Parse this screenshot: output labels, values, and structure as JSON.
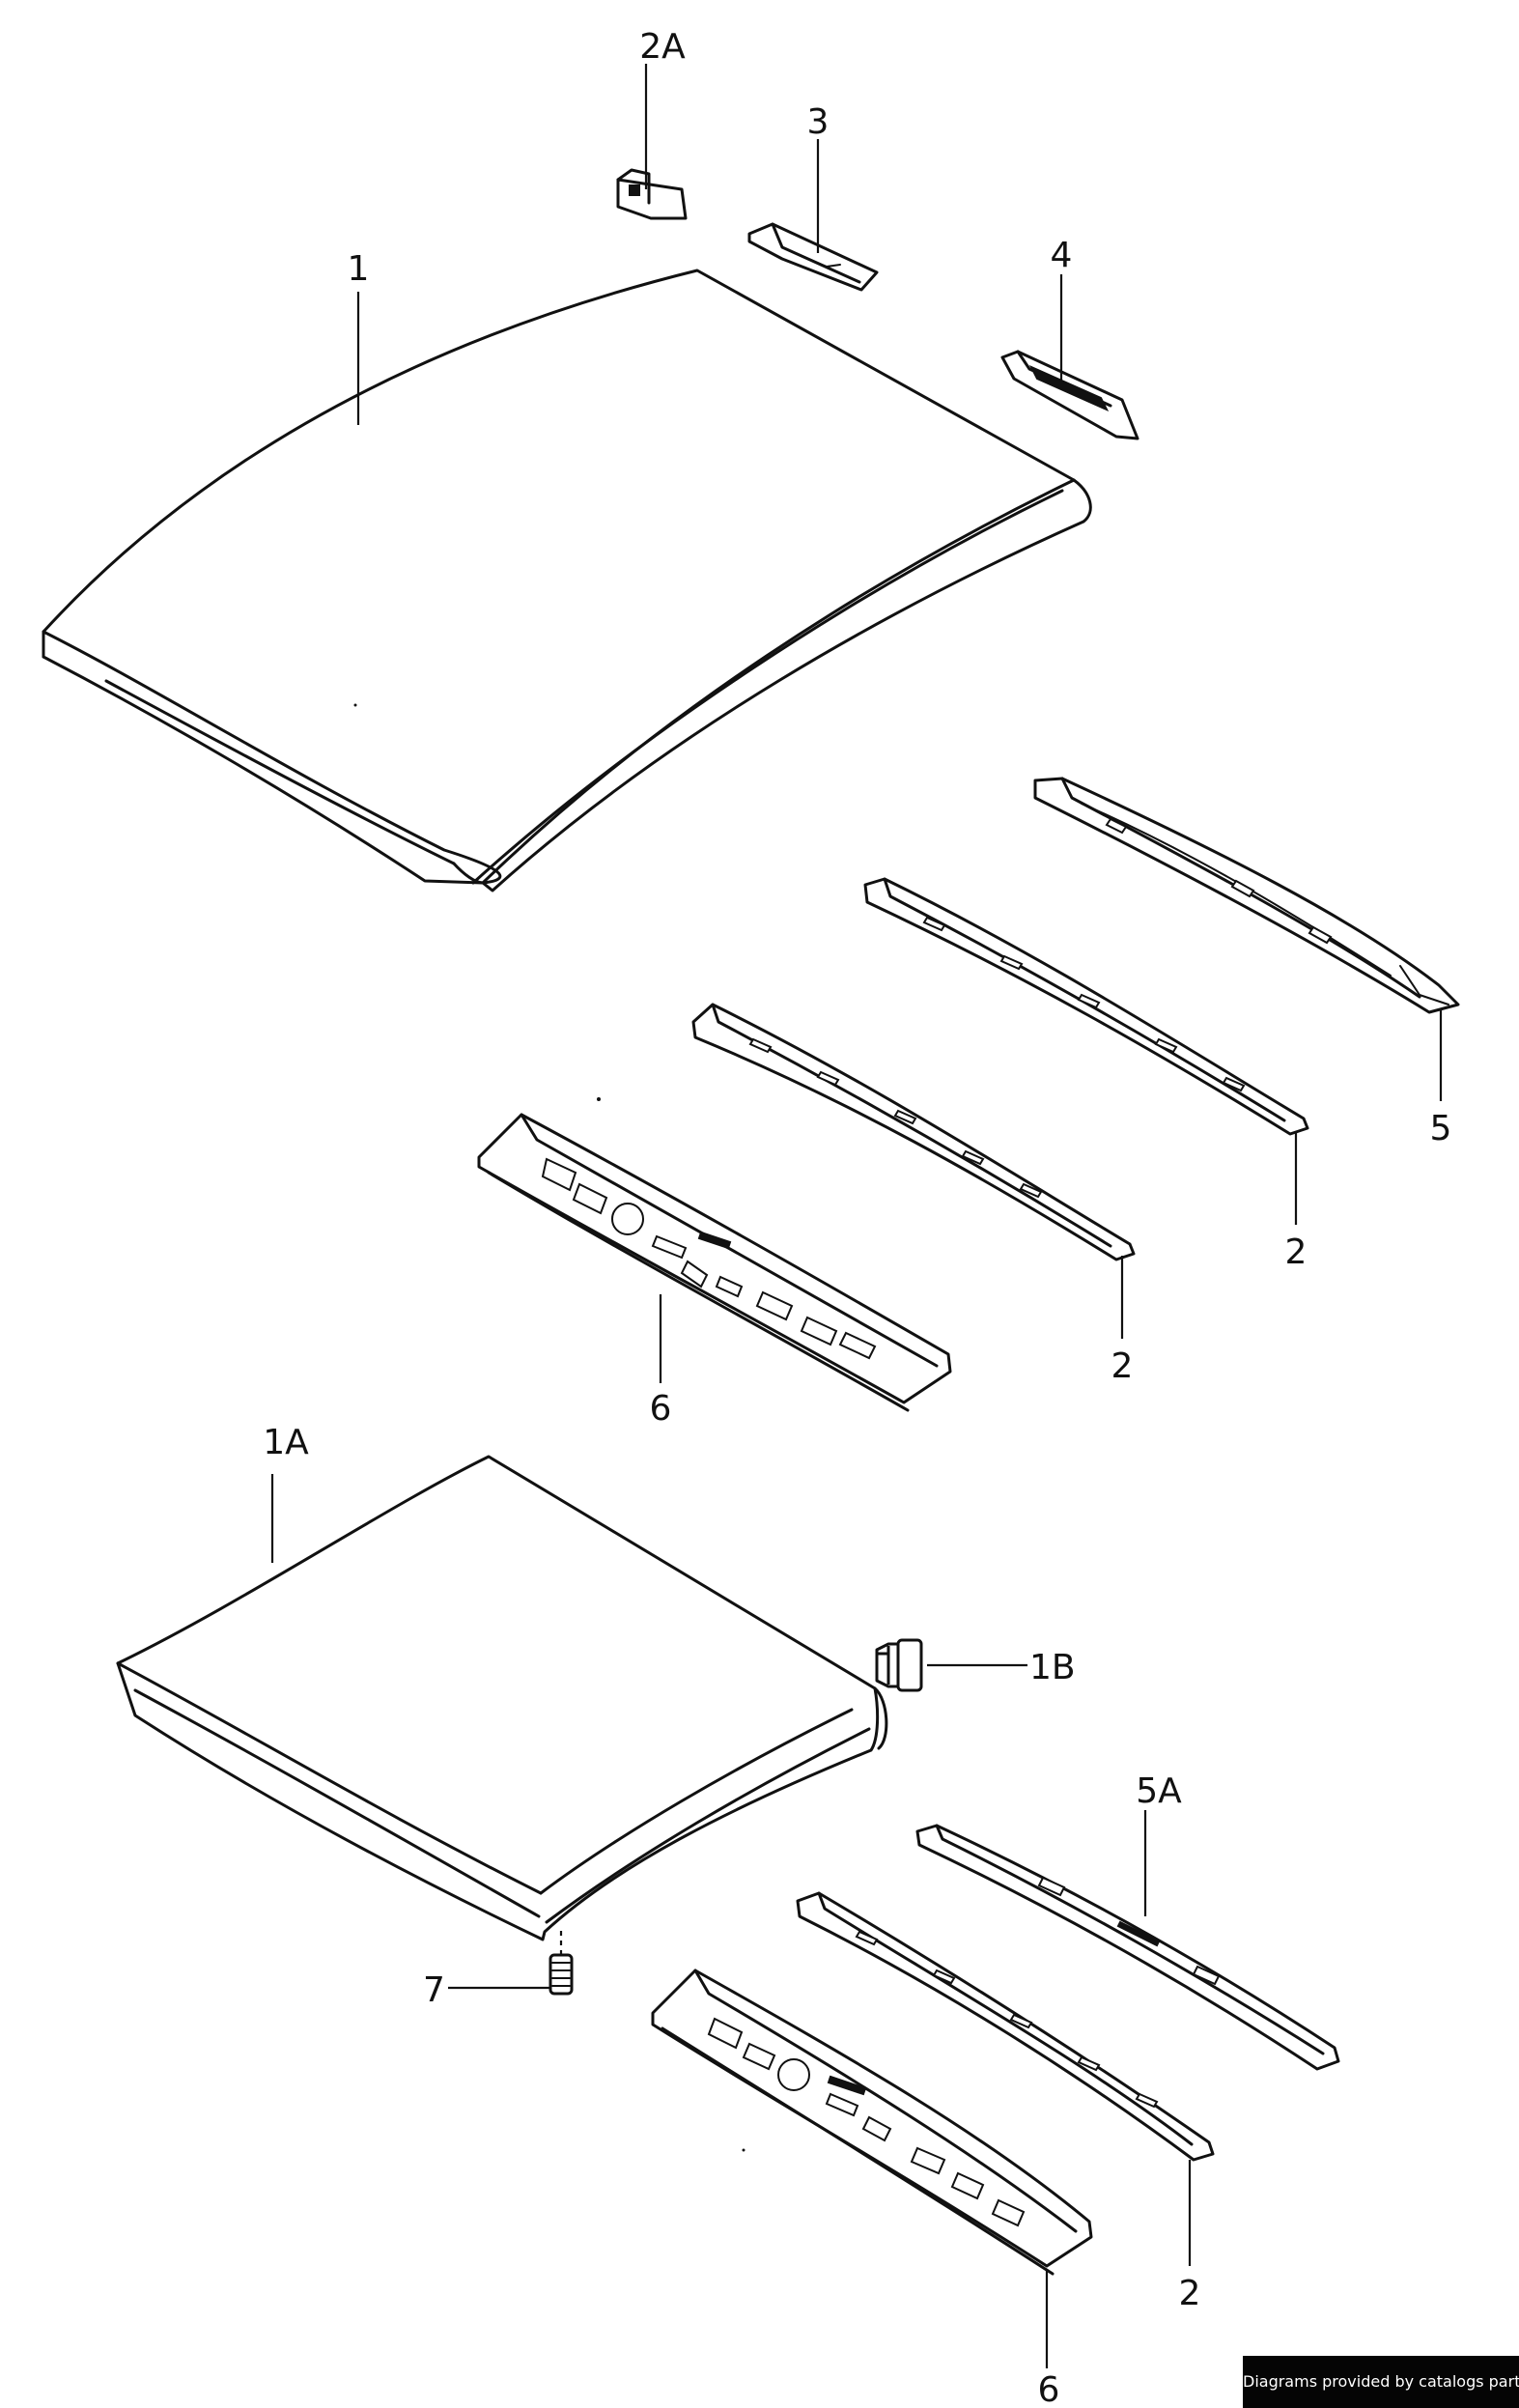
{
  "labels": {
    "l1": "1",
    "l1A": "1A",
    "l1B": "1B",
    "l2A": "2A",
    "l2_1": "2",
    "l2_2": "2",
    "l2_3": "2",
    "l3": "3",
    "l4": "4",
    "l5": "5",
    "l5A": "5A",
    "l6_1": "6",
    "l6_2": "6",
    "l7": "7"
  },
  "credit": "Diagrams provided by catalogs parts",
  "colors": {
    "line": "#111111",
    "background": "#ffffff",
    "credit_background": "#050505",
    "credit_text": "#ffffff"
  }
}
